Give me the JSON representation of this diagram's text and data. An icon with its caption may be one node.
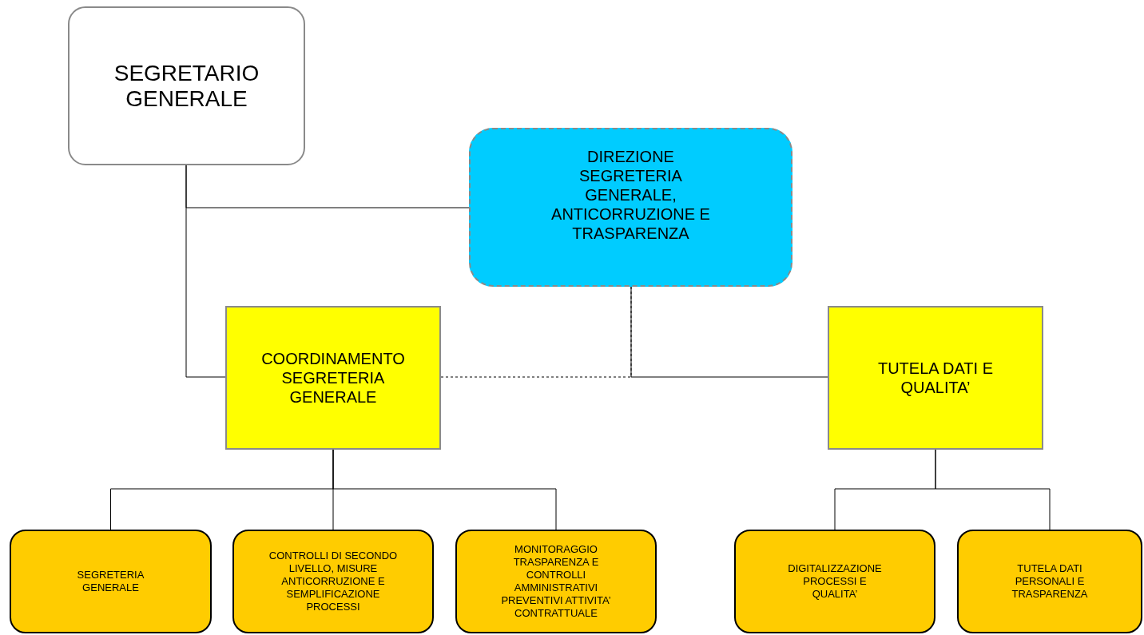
{
  "diagram": {
    "nodes": [
      {
        "text": [
          "SEGRETARIO GENERALE"
        ]
      },
      {
        "text": [
          "DIREZIONE SEGRETERIA GENERALE, ANTICORRUZIONE E TRASPARENZA"
        ]
      },
      {
        "text": [
          "COORDINAMENTO SEGRETERIA GENERALE"
        ]
      },
      {
        "text": [
          "TUTELA DATI E QUALITA’"
        ]
      },
      {
        "text": [
          "SEGRETERIA GENERALE"
        ]
      },
      {
        "text": [
          "CONTROLLI DI SECONDO LIVELLO, MISURE ANTICORRUZIONE E SEMPLIFICAZIONE PROCESSI"
        ]
      },
      {
        "text": [
          "MONITORAGGIO TRASPARENZA E CONTROLLI AMMINISTRATIVI PREVENTIVI ATTIVITA’ CONTRATTUALE"
        ]
      },
      {
        "text": [
          "DIGITALIZZAZIONE PROCESSI E QUALITA’"
        ]
      },
      {
        "text": [
          "TUTELA DATI PERSONALI E TRASPARENZA"
        ]
      }
    ],
    "edges": [
      {
        "from": 0,
        "to": 1,
        "arrow": "none"
      },
      {
        "from": 0,
        "to": 2,
        "arrow": "none"
      },
      {
        "from": 1,
        "to": 2,
        "arrow": "none",
        "style": "dashed"
      },
      {
        "from": 1,
        "to": 3,
        "arrow": "none"
      },
      {
        "from": 2,
        "to": 4,
        "arrow": "none"
      },
      {
        "from": 2,
        "to": 5,
        "arrow": "none"
      },
      {
        "from": 2,
        "to": 6,
        "arrow": "none"
      },
      {
        "from": 3,
        "to": 7,
        "arrow": "none"
      },
      {
        "from": 3,
        "to": 8,
        "arrow": "none"
      }
    ]
  }
}
